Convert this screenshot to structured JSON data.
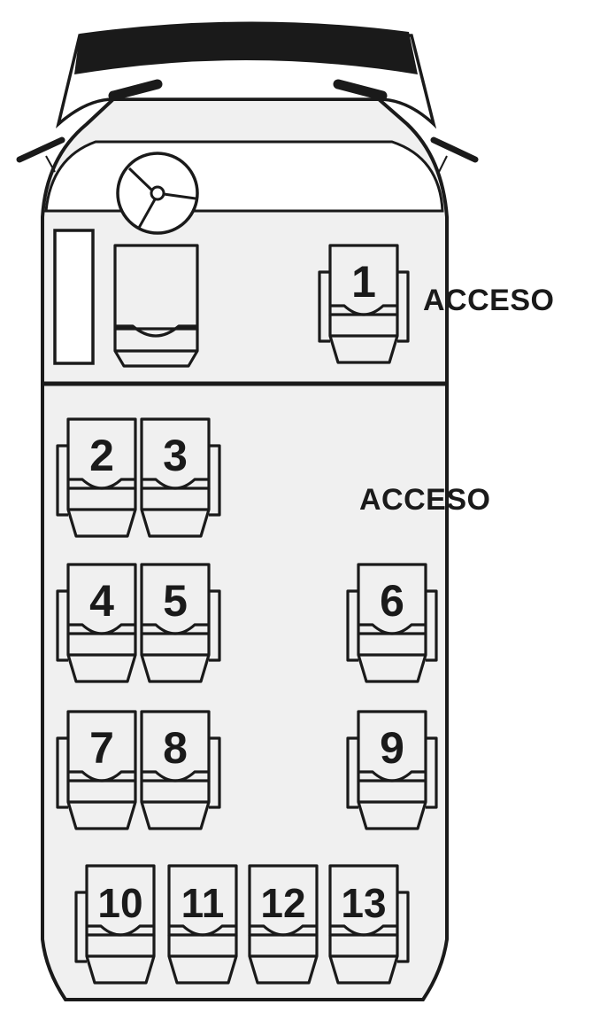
{
  "labels": {
    "front_access": "ACCESO",
    "side_access": "ACCESO"
  },
  "seats": [
    "1",
    "2",
    "3",
    "4",
    "5",
    "6",
    "7",
    "8",
    "9",
    "10",
    "11",
    "12",
    "13"
  ],
  "colors": {
    "outline": "#1a1a1a",
    "floor": "#f0f0f0",
    "background": "#ffffff"
  }
}
